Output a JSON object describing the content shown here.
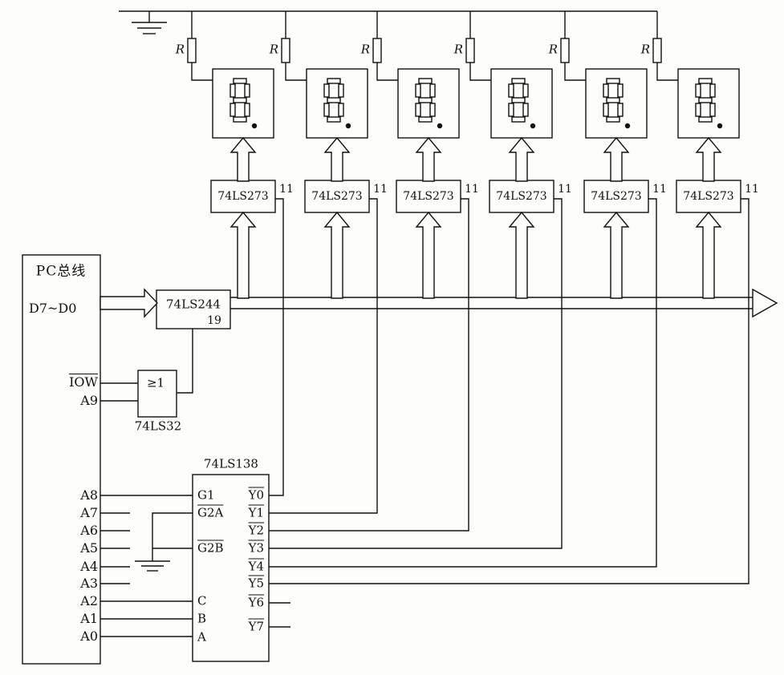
{
  "pc_bus": {
    "title": "PC总线",
    "data_bus_label": "D7~D0",
    "signals": {
      "iow": "IOW",
      "a9": "A9",
      "a8": "A8",
      "a7": "A7",
      "a6": "A6",
      "a5": "A5",
      "a4": "A4",
      "a3": "A3",
      "a2": "A2",
      "a1": "A1",
      "a0": "A0"
    }
  },
  "buffer": {
    "name": "74LS244",
    "enable_pin": "19"
  },
  "or_gate": {
    "name": "74LS32",
    "symbol": "≥1"
  },
  "decoder": {
    "name": "74LS138",
    "inputs": {
      "g1": "G1",
      "g2a": "G2A",
      "g2b": "G2B",
      "c": "C",
      "b": "B",
      "a": "A"
    },
    "outputs": [
      "Y0",
      "Y1",
      "Y2",
      "Y3",
      "Y4",
      "Y5",
      "Y6",
      "Y7"
    ]
  },
  "latch": {
    "name": "74LS273",
    "clock_pin": "11"
  },
  "resistor_label": "R"
}
